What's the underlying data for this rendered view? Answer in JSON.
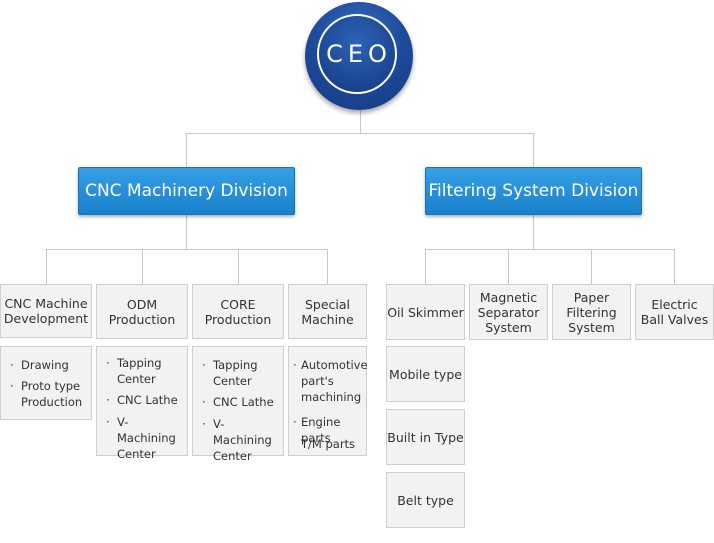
{
  "ceo": {
    "label": "CEO"
  },
  "divisions": [
    {
      "name": "CNC Machinery Division",
      "departments": [
        {
          "name": "CNC Machine\nDevelopment",
          "items": [
            "Drawing",
            "Proto type\nProduction"
          ]
        },
        {
          "name": "ODM\nProduction",
          "items": [
            "Tapping\nCenter",
            "CNC Lathe",
            "V-Machining\nCenter"
          ]
        },
        {
          "name": "CORE\nProduction",
          "items": [
            "Tapping\nCenter",
            "CNC Lathe",
            "V-Machining\nCenter"
          ]
        },
        {
          "name": "Special\nMachine",
          "items": [
            "Automotive\npart's\nmachining",
            "Engine parts",
            "T/M parts"
          ]
        }
      ]
    },
    {
      "name": "Filtering System Division",
      "departments": [
        {
          "name": "Oil Skimmer",
          "subtypes": [
            "Mobile type",
            "Built in Type",
            "Belt type"
          ]
        },
        {
          "name": "Magnetic\nSeparator\nSystem"
        },
        {
          "name": "Paper\nFiltering\nSystem"
        },
        {
          "name": "Electric\nBall Valves"
        }
      ]
    }
  ]
}
